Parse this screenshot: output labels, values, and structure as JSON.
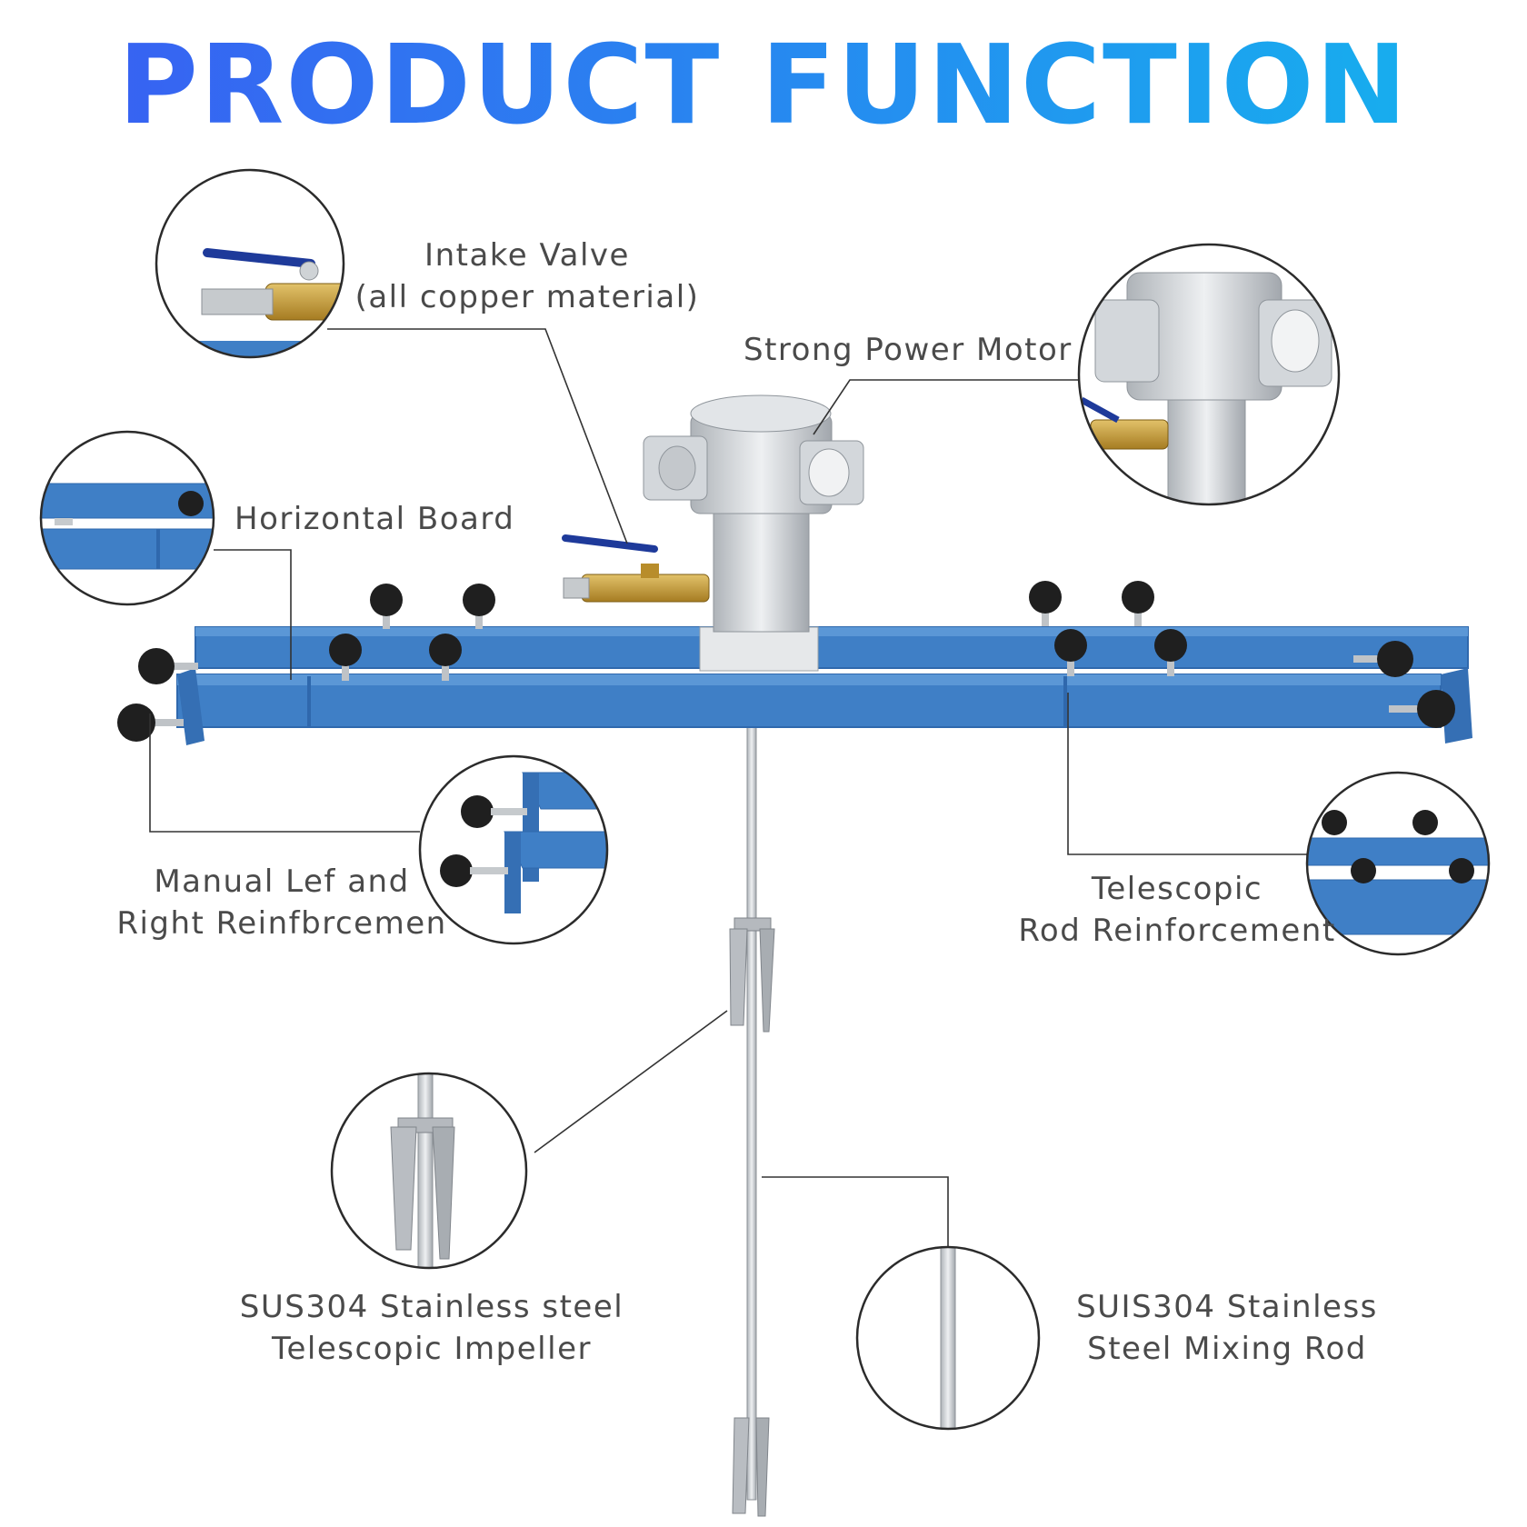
{
  "title": "PRODUCT FUNCTION",
  "colors": {
    "title_start": "#3a5cf2",
    "title_end": "#14b4ee",
    "frame_blue": "#3f7fc6",
    "frame_blue_dark": "#2f68ad",
    "knob": "#1f1f1f",
    "steel": "#c9cdd1",
    "brass": "#c9a23a",
    "valve_handle": "#1e3a9a",
    "leader_line": "#333333",
    "label_text": "#4a4a4a"
  },
  "labels": {
    "intake_valve": [
      "Intake Valve",
      "(all copper material)"
    ],
    "motor": [
      "Strong Power Motor"
    ],
    "horizontal_board": [
      "Horizontal Board"
    ],
    "manual_reinforcement": [
      "Manual Lef and",
      "Right Reinfbrcemen"
    ],
    "telescopic_rod": [
      "Telescopic",
      "Rod Reinforcement"
    ],
    "impeller": [
      "SUS304 Stainless steel",
      "Telescopic Impeller"
    ],
    "mixing_rod": [
      "SUIS304 Stainless",
      "Steel Mixing Rod"
    ]
  }
}
